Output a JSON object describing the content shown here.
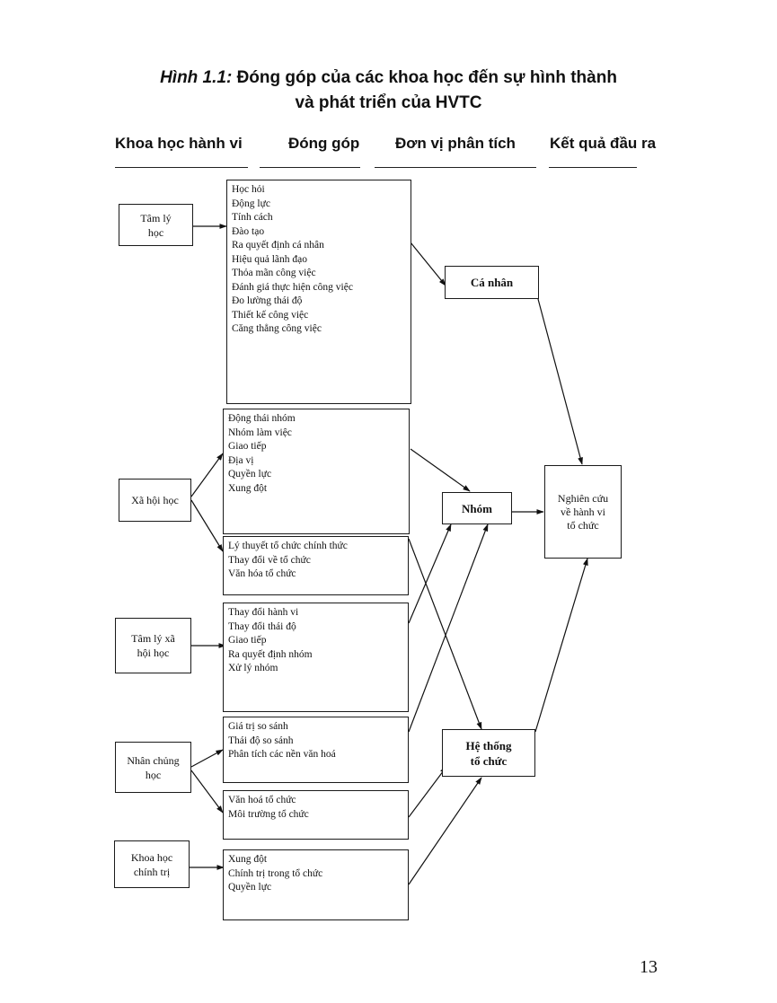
{
  "figure": {
    "label": "Hình 1.1:",
    "title_line1": "Đóng góp của các khoa học đến sự hình thành",
    "title_line2": "và phát triển của HVTC"
  },
  "columns": [
    "Khoa học hành vi",
    "Đóng góp",
    "Đơn vị phân tích",
    "Kết quả đầu ra"
  ],
  "sciences": {
    "psychology": "Tâm lý học",
    "sociology": "Xã hội học",
    "social_psychology": "Tâm lý xã hội học",
    "anthropology": "Nhân chủng học",
    "political_science": "Khoa học chính trị"
  },
  "contributions": {
    "psychology": [
      "Học hỏi",
      "Động lực",
      "Tính cách",
      "Đào tạo",
      "Ra quyết định cá nhân",
      "Hiệu quả lãnh đạo",
      "Thỏa mãn công việc",
      "Đánh giá thực hiện công việc",
      "Đo lường thái độ",
      "Thiết kế công việc",
      "Căng thẳng công việc"
    ],
    "sociology_group": [
      "Động thái nhóm",
      "Nhóm làm việc",
      "Giao tiếp",
      "Địa vị",
      "Quyền lực",
      "Xung đột"
    ],
    "sociology_org": [
      "Lý thuyết tổ chức chính thức",
      "Thay đổi về tổ chức",
      "Văn hóa tổ chức"
    ],
    "social_psychology": [
      "Thay đổi hành vi",
      "Thay đổi thái độ",
      "Giao tiếp",
      "Ra quyết định nhóm",
      "Xử lý nhóm"
    ],
    "anthropology_values": [
      "Giá trị so sánh",
      "Thái độ so sánh",
      "Phân tích các nền văn hoá"
    ],
    "anthropology_org": [
      "Văn hoá tổ chức",
      "Môi trường tổ chức"
    ],
    "political_science": [
      "Xung đột",
      "Chính trị trong tổ chức",
      "Quyền lực"
    ]
  },
  "units": {
    "individual": "Cá nhân",
    "group": "Nhóm",
    "org_system_line1": "Hệ thống",
    "org_system_line2": "tổ chức"
  },
  "output": {
    "line1": "Nghiên cứu",
    "line2": "về hành vi",
    "line3": "tổ chức"
  },
  "page_number": "13"
}
